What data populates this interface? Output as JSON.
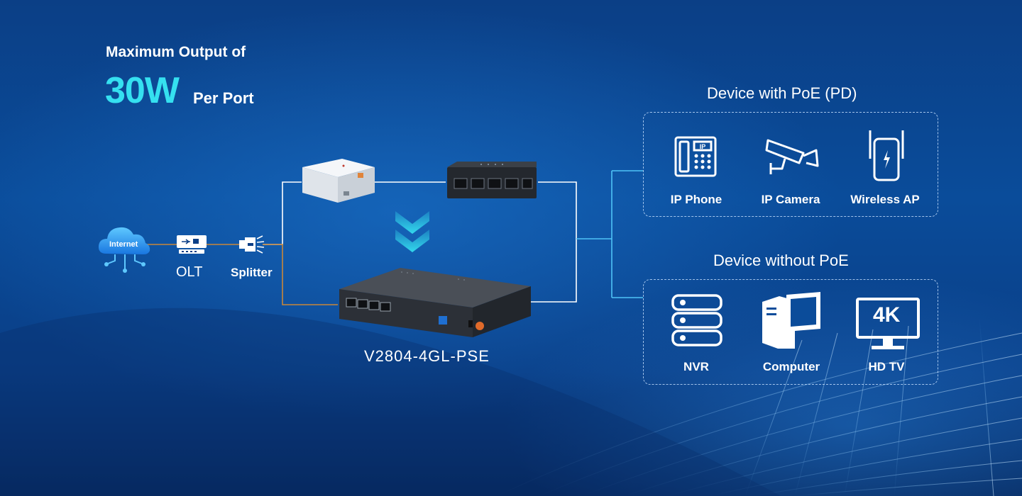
{
  "headline": {
    "line1": "Maximum Output of",
    "power": "30W",
    "unit": "Per Port"
  },
  "network": {
    "internet_label": "Internet",
    "olt_label": "OLT",
    "splitter_label": "Splitter",
    "model_label": "V2804-4GL-PSE"
  },
  "groups": {
    "poe": {
      "title": "Device with PoE (PD)",
      "devices": [
        {
          "label": "IP Phone",
          "icon": "ip-phone-icon"
        },
        {
          "label": "IP Camera",
          "icon": "ip-camera-icon"
        },
        {
          "label": "Wireless AP",
          "icon": "wireless-ap-icon"
        }
      ]
    },
    "non_poe": {
      "title": "Device without PoE",
      "devices": [
        {
          "label": "NVR",
          "icon": "nvr-icon"
        },
        {
          "label": "Computer",
          "icon": "computer-icon"
        },
        {
          "label": "HD TV",
          "icon": "hd-tv-icon",
          "badge": "4K"
        }
      ]
    }
  },
  "colors": {
    "accent": "#35e0f0",
    "fiber": "#c8873a",
    "line": "#ffffff",
    "link": "#4fc3f7"
  }
}
